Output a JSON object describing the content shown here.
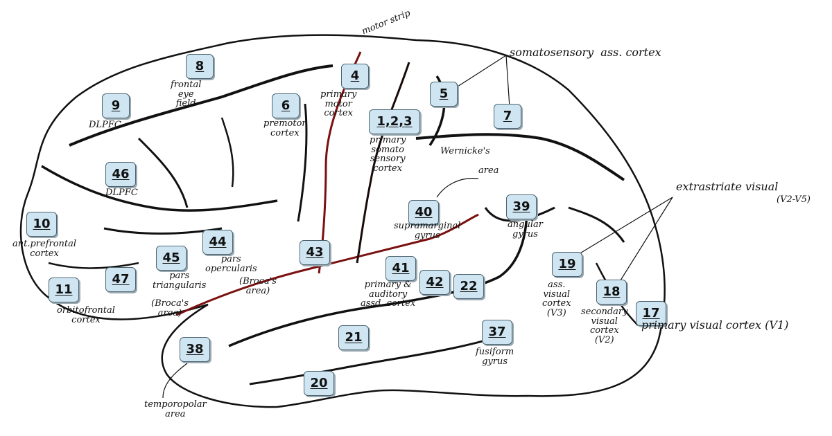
{
  "areas": {
    "a8": "8",
    "a9": "9",
    "a4": "4",
    "a5": "5",
    "a7": "7",
    "a6": "6",
    "a123": "1,2,3",
    "a46": "46",
    "a10": "10",
    "a40": "40",
    "a39": "39",
    "a44": "44",
    "a45": "45",
    "a43": "43",
    "a47": "47",
    "a11": "11",
    "a41": "41",
    "a42": "42",
    "a22": "22",
    "a19": "19",
    "a18": "18",
    "a17": "17",
    "a21": "21",
    "a37": "37",
    "a38": "38",
    "a20": "20"
  },
  "labels": {
    "motor_strip": "motor strip",
    "somatosensory_ass": "somatosensory  ass. cortex",
    "frontal_eye_field": "frontal\neye\nfield",
    "primary_motor": "primary\nmotor\ncortex",
    "premotor": "premotor\ncortex",
    "dlpfc_9": "DLPFC",
    "primary_somato": "primary\nsomato\nsensory\ncortex",
    "wernicke": "Wernicke's",
    "wernicke_area": "area",
    "extrastriate": "extrastriate visual",
    "extrastriate_2": "(V2-V5)",
    "dlpfc_46": "DLPFC",
    "antprefrontal": "ant.prefrontal\ncortex",
    "supramarginal": "supramarginal\ngyrus",
    "angular": "angular\ngyrus",
    "pars_opercularis": "pars\nopercularis",
    "brocas_area_1": "(Broca's\narea)",
    "pars_triangularis": "pars\ntriangularis",
    "brocas_area_2": "(Broca's\narea)",
    "orbitofrontal": "orbitofrontal\ncortex",
    "primary_auditory": "primary &\nauditory\nassd. cortex",
    "ass_visual": "ass.\nvisual\ncortex\n(V3)",
    "secondary_visual": "secondary\nvisual\ncortex\n(V2)",
    "primary_visual": "primary visual cortex (V1)",
    "fusiform": "fusiform\ngyrus",
    "temporopolar": "temporopolar\narea"
  },
  "colors": {
    "box_fill": "#cfe6f2",
    "box_border": "#4b6470",
    "outline": "#111111",
    "sulcus": "#1a0a0a",
    "red_fissure": "#7a1010"
  }
}
